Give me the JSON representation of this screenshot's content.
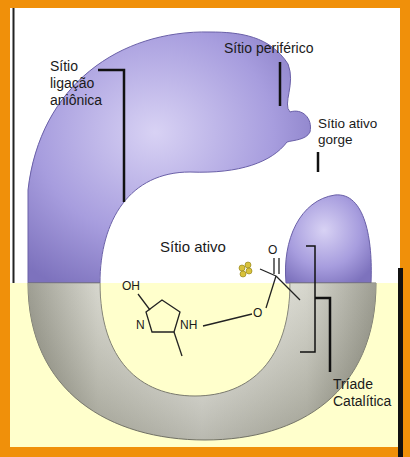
{
  "diagram": {
    "labels": [
      "Sítio ligação aniônica",
      "Sítio periférico",
      "Sítio ativo gorge",
      "Sítio ativo",
      "Tríade Catalítica",
      "OH",
      "N",
      "NH",
      "O",
      "O"
    ]
  }
}
